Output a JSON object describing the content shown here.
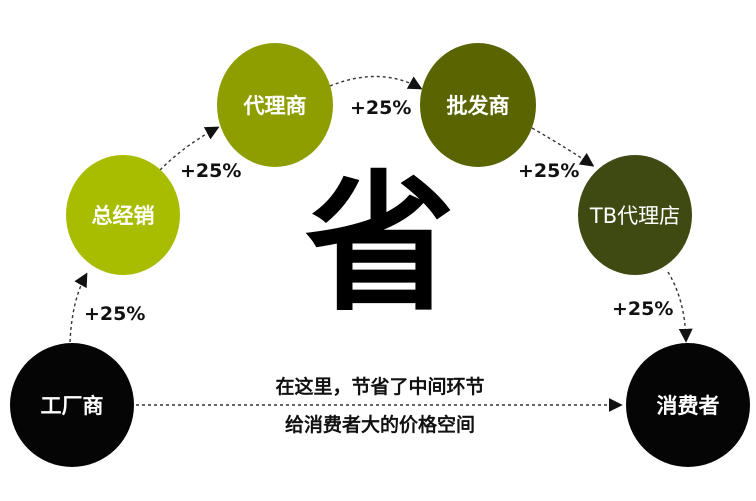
{
  "nodes": {
    "factory": {
      "label": "工厂商",
      "color": "#050505"
    },
    "general_distributor": {
      "label": "总经销",
      "color": "#a8bc00"
    },
    "agent": {
      "label": "代理商",
      "color": "#8e9e00"
    },
    "wholesaler": {
      "label": "批发商",
      "color": "#5a6400"
    },
    "tb_agent_store": {
      "label": "TB代理店",
      "color": "#3f4a12"
    },
    "consumer": {
      "label": "消费者",
      "color": "#050505"
    }
  },
  "markups": [
    "+25%",
    "+25%",
    "+25%",
    "+25%",
    "+25%"
  ],
  "center_char": "省",
  "message": {
    "line1": "在这里，节省了中间环节",
    "line2": "给消费者大的价格空间"
  }
}
